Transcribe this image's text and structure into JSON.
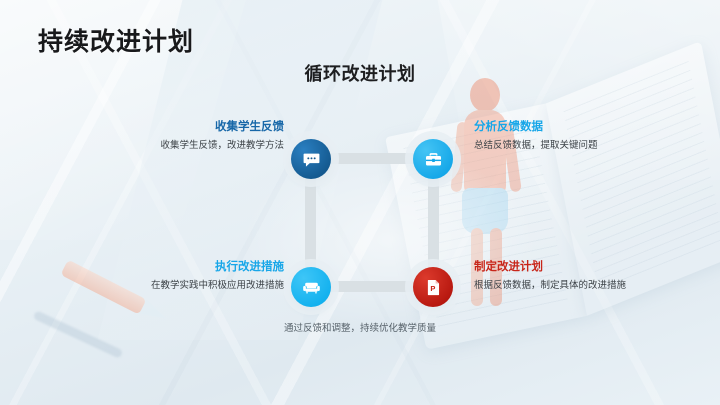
{
  "slide": {
    "title": "持续改进计划",
    "diagram_heading": "循环改进计划",
    "footnote": "通过反馈和调整，持续优化教学质量"
  },
  "nodes": [
    {
      "id": "collect-feedback",
      "icon": "chat-bubble-icon",
      "color": "#14598f",
      "position": "top-left",
      "title": "收集学生反馈",
      "desc": "收集学生反馈，改进教学方法",
      "title_color": "#1767a8"
    },
    {
      "id": "analyze-feedback",
      "icon": "briefcase-icon",
      "color": "#13a6e8",
      "position": "top-right",
      "title": "分析反馈数据",
      "desc": "总结反馈数据，提取关键问题",
      "title_color": "#17a6e8"
    },
    {
      "id": "execute-improvement",
      "icon": "sofa-icon",
      "color": "#11b0ee",
      "position": "bottom-left",
      "title": "执行改进措施",
      "desc": "在教学实践中积极应用改进措施",
      "title_color": "#17a6e8"
    },
    {
      "id": "make-plan",
      "icon": "presentation-file-icon",
      "color": "#b5160e",
      "position": "bottom-right",
      "title": "制定改进计划",
      "desc": "根据反馈数据，制定具体的改进措施",
      "title_color": "#c8261a"
    }
  ],
  "theme": {
    "background": "#e8f0f5",
    "connector": "#d9e0e4",
    "title_color": "#18191b",
    "accent_blue": "#17a6e8",
    "accent_red": "#c8261a"
  }
}
